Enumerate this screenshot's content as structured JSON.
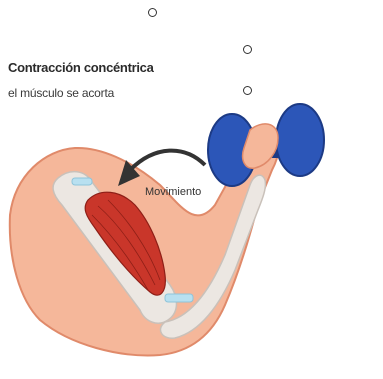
{
  "diagram": {
    "title": "Contracción concéntrica",
    "subtitle": "el músculo se acorta",
    "arrow_label": "Movimiento",
    "bullet_count": 3
  },
  "colors": {
    "skin": "#f5b79a",
    "skin_outline": "#e08a6a",
    "bone": "#ece7e2",
    "bone_outline": "#c9c1ba",
    "muscle": "#c9362a",
    "muscle_dark": "#8e1f17",
    "tendon": "#b8e0f0",
    "dumbbell": "#2c56b8",
    "dumbbell_dark": "#1c3a85",
    "arrow": "#333333"
  }
}
